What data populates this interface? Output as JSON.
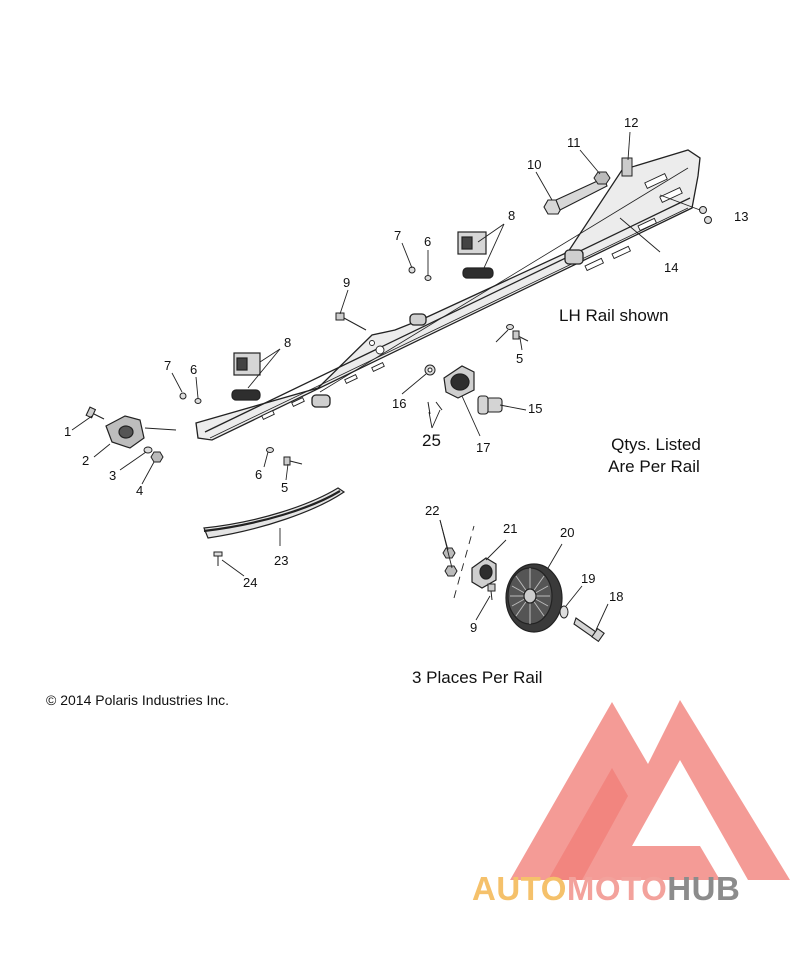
{
  "notes": {
    "rail_side": "LH Rail shown",
    "qty_line1": "Qtys. Listed",
    "qty_line2": "Are Per Rail",
    "places": "3 Places Per Rail",
    "copyright": "© 2014 Polaris Industries Inc."
  },
  "callouts": [
    "1",
    "2",
    "3",
    "4",
    "5",
    "5",
    "6",
    "6",
    "6",
    "7",
    "7",
    "8",
    "8",
    "9",
    "9",
    "10",
    "11",
    "12",
    "13",
    "14",
    "15",
    "16",
    "17",
    "18",
    "19",
    "20",
    "21",
    "22",
    "23",
    "24",
    "25"
  ],
  "watermark": {
    "part1": "AUTO",
    "part2": "MOTO",
    "part3": "HUB",
    "color1": "#f5c16b",
    "color2": "#f3a29c",
    "color3": "#8c8c8c",
    "logo_color": "#f17f78"
  },
  "colors": {
    "line": "#222222",
    "part_fill": "#d8d8d8",
    "dark_fill": "#3a3a3a"
  }
}
